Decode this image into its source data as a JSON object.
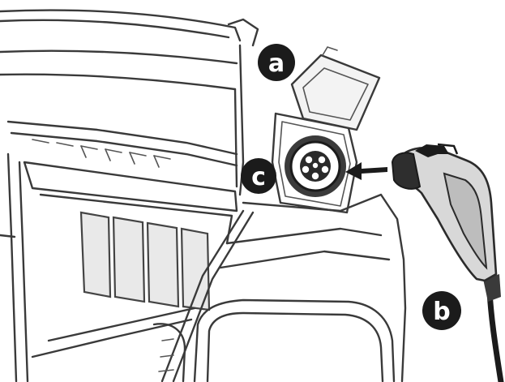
{
  "labels": {
    "a": "a",
    "b": "b",
    "c": "c"
  },
  "colors": {
    "badge_fill": "#1b1b1b",
    "badge_text": "#ffffff",
    "line": "#3a3a3a",
    "background": "#ffffff"
  }
}
